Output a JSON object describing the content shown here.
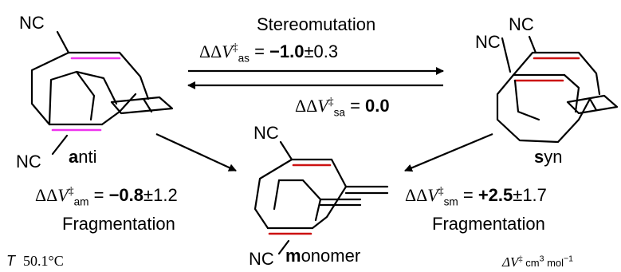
{
  "colors": {
    "anti_double_bond": "#ee33ee",
    "syn_double_bond": "#cc1111",
    "monomer_double_bond": "#cc1111",
    "bond": "#000000"
  },
  "arrows": {
    "forward": {
      "title": "Stereomutation",
      "prefix": "ΔΔ",
      "symbol": "V",
      "dagger": "‡",
      "subscript": "as",
      "equals": " = ",
      "value": "−1.0",
      "error": "±0.3"
    },
    "reverse": {
      "prefix": "ΔΔ",
      "symbol": "V",
      "dagger": "‡",
      "subscript": "sa",
      "equals": " = ",
      "value": "0.0"
    },
    "anti_to_monomer": {
      "prefix": "ΔΔ",
      "symbol": "V",
      "dagger": "‡",
      "subscript": "am",
      "equals": " = ",
      "value": "−0.8",
      "error": "±1.2",
      "label": "Fragmentation"
    },
    "syn_to_monomer": {
      "prefix": "ΔΔ",
      "symbol": "V",
      "dagger": "‡",
      "subscript": "sm",
      "equals": " = ",
      "value": "+2.5",
      "error": "±1.7",
      "label": "Fragmentation"
    }
  },
  "molecules": {
    "anti": {
      "label_bold": "a",
      "label_rest": "nti",
      "nc_top": "NC",
      "nc_bottom": "NC"
    },
    "syn": {
      "label_bold": "s",
      "label_rest": "yn",
      "nc_top": "NC",
      "nc_second": "NC"
    },
    "monomer": {
      "label_bold": "m",
      "label_rest": "onomer",
      "nc_top": "NC",
      "nc_bottom": "NC"
    }
  },
  "footer": {
    "temp_symbol": "T",
    "temp_value": "50.1°C",
    "units_symbol": "ΔV",
    "units_dagger": "‡",
    "units_text": " cm",
    "units_exp1": "3",
    "units_mol": " mol",
    "units_exp2": "−1"
  }
}
